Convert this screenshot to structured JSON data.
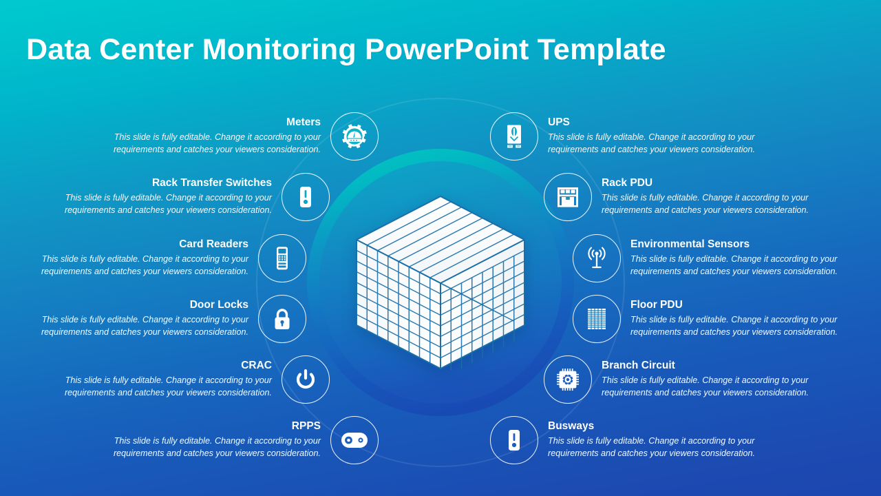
{
  "slide": {
    "title": "Data Center Monitoring PowerPoint Template",
    "body_text": "This slide is fully  editable. Change it according to your requirements and catches your viewers consideration.",
    "center_graphic": "isometric-data-cube"
  },
  "colors": {
    "background_top": "#00c9ce",
    "background_bottom": "#1d46af",
    "ring_accent": "#00cdbe",
    "text": "#ffffff",
    "cube_line": "#1b6fa8"
  },
  "left_items": [
    {
      "title": "Meters",
      "desc": "This slide is fully  editable. Change it according to your requirements and catches your viewers consideration.",
      "icon": "gear-meter-icon"
    },
    {
      "title": "Rack Transfer Switches",
      "desc": "This slide is fully  editable. Change it according to your requirements and catches your viewers consideration.",
      "icon": "switch-device-icon"
    },
    {
      "title": "Card Readers",
      "desc": "This slide is fully  editable. Change it according to your requirements and catches your viewers consideration.",
      "icon": "card-reader-icon"
    },
    {
      "title": "Door Locks",
      "desc": "This slide is fully  editable. Change it according to your requirements and catches your viewers consideration.",
      "icon": "padlock-icon"
    },
    {
      "title": "CRAC",
      "desc": "This slide is fully  editable. Change it according to your requirements and catches your viewers consideration.",
      "icon": "power-button-icon"
    },
    {
      "title": "RPPS",
      "desc": "This slide is fully  editable. Change it according to your requirements and catches your viewers consideration.",
      "icon": "toggle-switch-icon"
    }
  ],
  "right_items": [
    {
      "title": "UPS",
      "desc": "This slide is fully  editable. Change it according to your requirements and catches your viewers consideration.",
      "icon": "ups-unit-icon"
    },
    {
      "title": "Rack PDU",
      "desc": "This slide is fully  editable. Change it according to your requirements and catches your viewers consideration.",
      "icon": "rack-shelf-icon"
    },
    {
      "title": "Environmental Sensors",
      "desc": "This slide is fully  editable. Change it according to your requirements and catches your viewers consideration.",
      "icon": "antenna-signal-icon"
    },
    {
      "title": "Floor PDU",
      "desc": "This slide is fully  editable. Change it according to your requirements and catches your viewers consideration.",
      "icon": "grid-panel-icon"
    },
    {
      "title": "Branch Circuit",
      "desc": "This slide is fully  editable. Change it according to your requirements and catches your viewers consideration.",
      "icon": "cpu-chip-icon"
    },
    {
      "title": "Busways",
      "desc": "This slide is fully  editable. Change it according to your requirements and catches your viewers consideration.",
      "icon": "switch-device-icon"
    }
  ]
}
